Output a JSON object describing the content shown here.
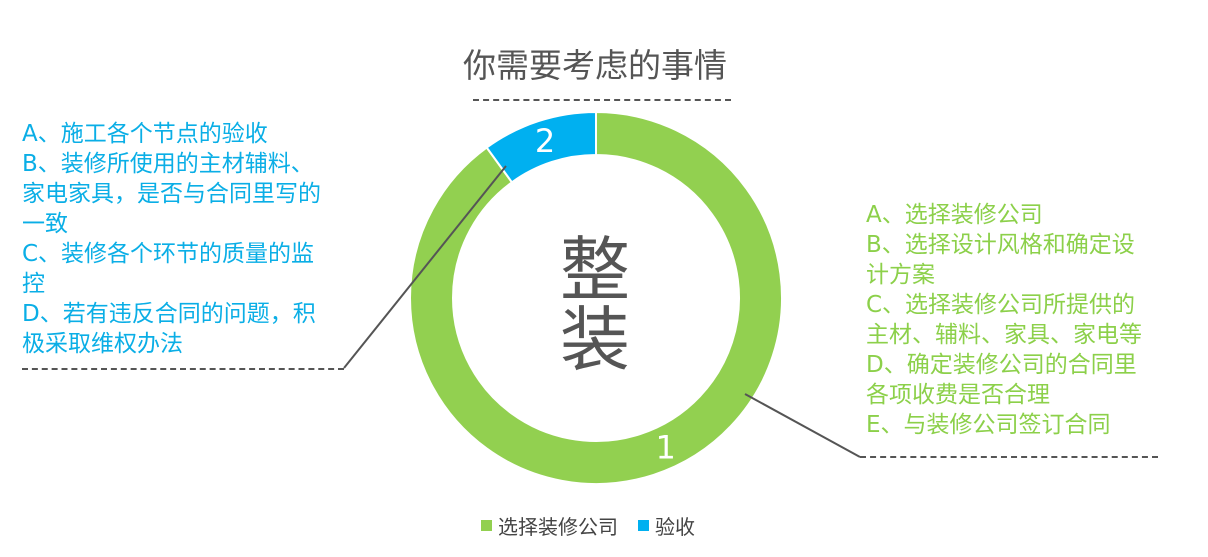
{
  "chart_data": {
    "type": "pie",
    "title": "你需要考虑的事情",
    "center_label": [
      "整",
      "装"
    ],
    "categories": [
      "选择装修公司",
      "验收"
    ],
    "values": [
      90,
      10
    ],
    "slice_labels": [
      "1",
      "2"
    ],
    "colors": [
      "#92d050",
      "#00b0f0"
    ],
    "legend": "bottom",
    "annotations": {
      "left": {
        "color": "#0aaee6",
        "lines": [
          "A、施工各个节点的验收",
          "B、装修所使用的主材辅料、",
          "家电家具，是否与合同里写的",
          "一致",
          "C、装修各个环节的质量的监",
          "控",
          "D、若有违反合同的问题，积",
          "极采取维权办法"
        ]
      },
      "right": {
        "color": "#8cd04a",
        "lines": [
          "A、选择装修公司",
          "B、选择设计风格和确定设",
          "计方案",
          "C、选择装修公司所提供的",
          "主材、辅料、家具、家电等",
          "D、确定装修公司的合同里",
          "各项收费是否合理",
          "E、与装修公司签订合同"
        ]
      }
    }
  }
}
